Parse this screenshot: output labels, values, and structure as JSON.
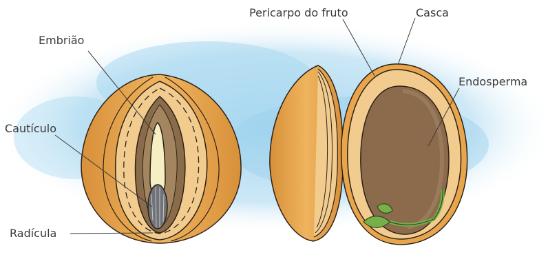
{
  "labels": {
    "embriao": "Embrião",
    "cauticulo": "Cautículo",
    "radicula": "Radícula",
    "pericarpo": "Pericarpo do fruto",
    "casca": "Casca",
    "endosperma": "Endosperma"
  },
  "colors": {
    "sky": "#8ecbea",
    "seed_outer": "#e9a54c",
    "seed_inner": "#f2cc8e",
    "cavity": "#8a6c4a",
    "embryo": "#f6efc4",
    "endosperm": "#8b6b4b",
    "sprout": "#76b04a",
    "outline": "#2b2118"
  }
}
